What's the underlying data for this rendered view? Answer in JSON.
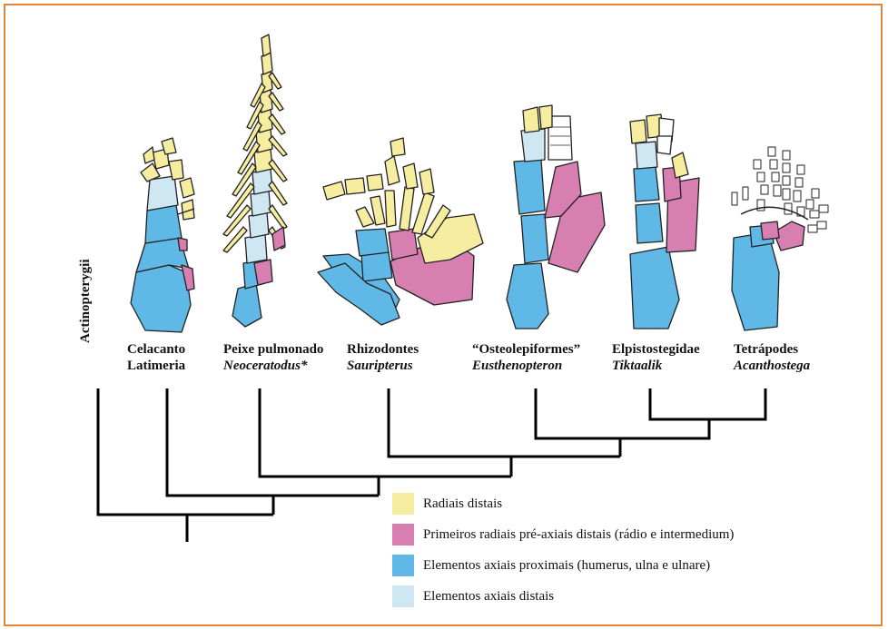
{
  "taxa": [
    {
      "id": "actinopterygii",
      "common": "Actinopterygii",
      "scientific": ""
    },
    {
      "id": "celacanto",
      "common": "Celacanto",
      "scientific": "Latimeria"
    },
    {
      "id": "peixe-pulmonado",
      "common": "Peixe pulmonado",
      "scientific": "Neoceratodus*"
    },
    {
      "id": "rhizodontes",
      "common": "Rhizodontes",
      "scientific": "Sauripterus"
    },
    {
      "id": "osteolepiformes",
      "common": "“Osteolepiformes”",
      "scientific": "Eusthenopteron"
    },
    {
      "id": "elpistostegidae",
      "common": "Elpistostegidae",
      "scientific": "Tiktaalik"
    },
    {
      "id": "tetrapodes",
      "common": "Tetrápodes",
      "scientific": "Acanthostega"
    }
  ],
  "legend": [
    {
      "label": "Radiais distais",
      "color": "#f7eda0"
    },
    {
      "label": "Primeiros radiais pré-axiais distais (rádio e intermedium)",
      "color": "#d77fb0"
    },
    {
      "label": "Elementos axiais proximais (humerus, ulna e ulnare)",
      "color": "#5fb8e5"
    },
    {
      "label": "Elementos axiais distais",
      "color": "#cfe6f3"
    }
  ],
  "colors": {
    "border": "#e8833a",
    "yellow": "#f7eda0",
    "pink": "#d77fb0",
    "blue": "#5fb8e5",
    "lightblue": "#cfe6f3"
  }
}
